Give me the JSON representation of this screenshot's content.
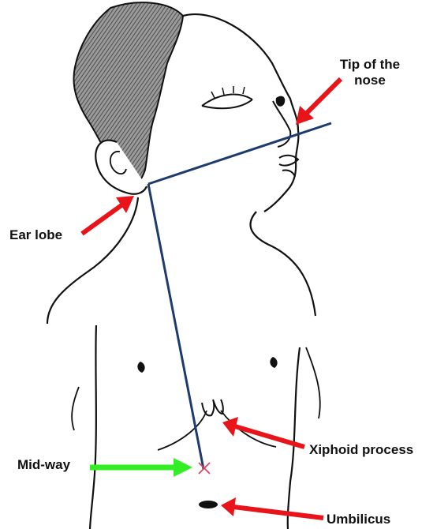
{
  "labels": {
    "tip_line1": "Tip of the",
    "tip_line2": "nose",
    "ear_lobe": "Ear lobe",
    "xiphoid": "Xiphoid process",
    "mid_way": "Mid-way",
    "umbilicus": "Umbilicus"
  },
  "colors": {
    "measure_line": "#1f3a6e",
    "pointer_arrow": "#e8141a",
    "midway_arrow": "#33ee22",
    "outline": "#111111",
    "hair_shade": "#6d6d6d"
  }
}
